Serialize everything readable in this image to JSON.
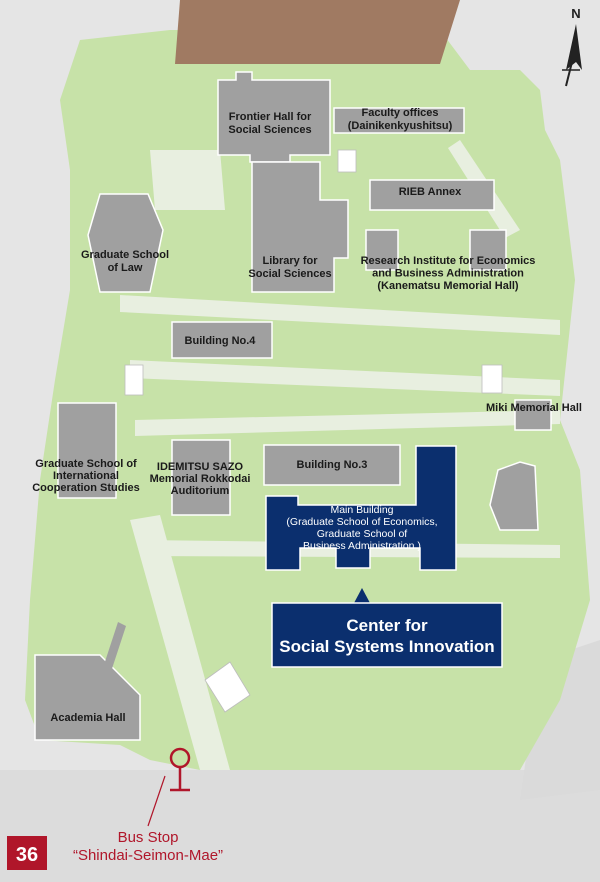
{
  "north_label": "N",
  "labels": {
    "frontier_hall": [
      "Frontier Hall for",
      "Social Sciences"
    ],
    "faculty_offices": [
      "Faculty offices",
      "(Dainikenkyushitsu)"
    ],
    "rieb_annex": [
      "RIEB Annex"
    ],
    "grad_law": [
      "Graduate School",
      "of Law"
    ],
    "library": [
      "Library for",
      "Social Sciences"
    ],
    "research_institute": [
      "Research Institute for Economics",
      "and Business Administration",
      "(Kanematsu Memorial Hall)"
    ],
    "building4": [
      "Building No.4"
    ],
    "miki": [
      "Miki Memorial Hall"
    ],
    "grad_intl": [
      "Graduate School of",
      "International",
      "Cooperation Studies"
    ],
    "idemitsu": [
      "IDEMITSU SAZO",
      "Memorial Rokkodai",
      "Auditorium"
    ],
    "building3": [
      "Building No.3"
    ],
    "main_building": [
      "Main Building",
      "(Graduate School of Economics,",
      "Graduate School of",
      "Business Administration )"
    ],
    "center": [
      "Center for",
      "Social Systems Innovation"
    ],
    "academia": [
      "Academia Hall"
    ],
    "bus_stop": [
      "Bus Stop",
      "“Shindai-Seimon-Mae”"
    ]
  },
  "bus_stop_number": "36",
  "colors": {
    "background": "#e5e5e5",
    "campus_green": "#c7e2a8",
    "building_gray": "#a0a0a0",
    "building_outline": "#ffffff",
    "highlight_navy": "#0b2f6e",
    "field_brown": "#a07a62",
    "bus_red": "#b0162a"
  }
}
